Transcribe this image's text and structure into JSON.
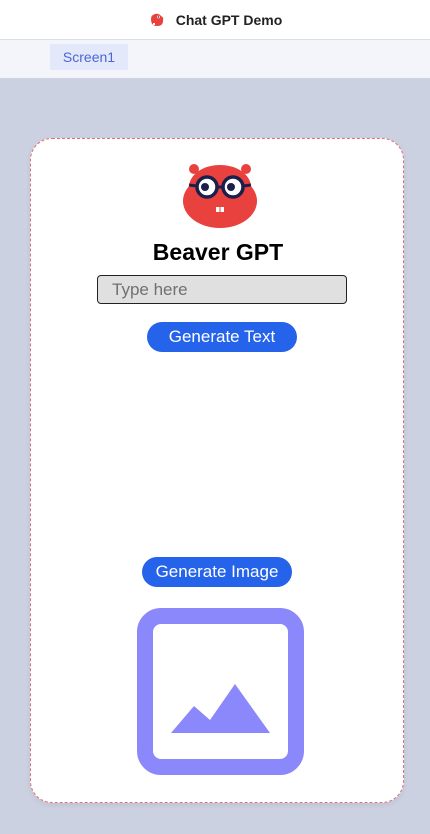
{
  "app": {
    "title": "Chat GPT Demo",
    "logo_icon": "beaver-logo-icon"
  },
  "tabs": [
    {
      "label": "Screen1",
      "active": true
    }
  ],
  "screen": {
    "heading": "Beaver GPT",
    "input": {
      "value": "",
      "placeholder": "Type here"
    },
    "generate_text_label": "Generate Text",
    "generate_image_label": "Generate Image",
    "image_placeholder_icon": "image-placeholder-icon",
    "mascot_icon": "beaver-mascot-icon"
  },
  "colors": {
    "accent": "#2563eb",
    "mascot": "#e8413e",
    "placeholder_icon": "#8a88fb",
    "canvas_bg": "#ccd1e1",
    "screen_border": "#e0707c"
  }
}
